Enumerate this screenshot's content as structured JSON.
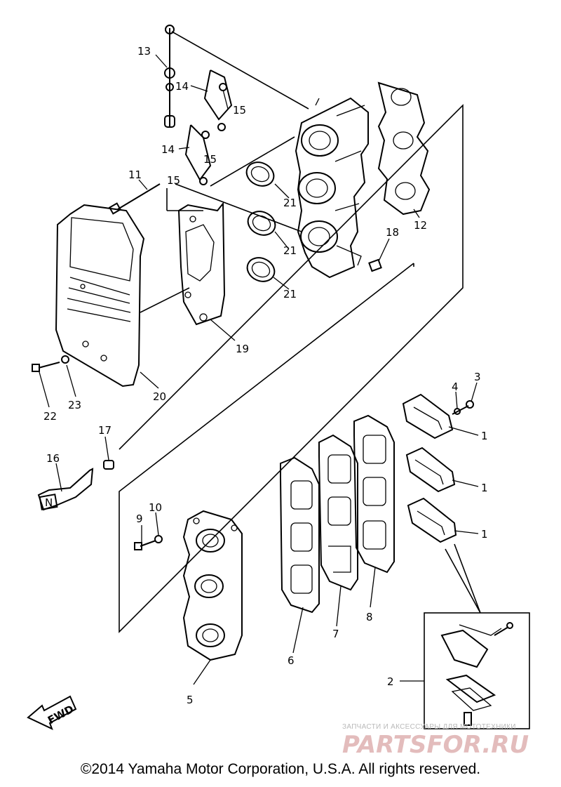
{
  "callouts": {
    "c1a": "1",
    "c1b": "1",
    "c1c": "1",
    "c2": "2",
    "c3": "3",
    "c4": "4",
    "c5": "5",
    "c6": "6",
    "c7": "7",
    "c8": "8",
    "c9": "9",
    "c10": "10",
    "c11": "11",
    "c12": "12",
    "c13": "13",
    "c14a": "14",
    "c14b": "14",
    "c15a": "15",
    "c15b": "15",
    "c15c": "15",
    "c16": "16",
    "c17": "17",
    "c18": "18",
    "c19": "19",
    "c20": "20",
    "c21a": "21",
    "c21b": "21",
    "c21c": "21",
    "c22": "22",
    "c23": "23"
  },
  "fwd_label": "FWD",
  "neutral_label": "N",
  "watermark": {
    "text": "ЗАПЧАСТИ И АКСЕССУАРЫ ДЛЯ МОТОТЕХНИКИ",
    "logo": "PARTSFOR.RU",
    "logo_color": "#e3bcbc"
  },
  "copyright": "©2014 Yamaha Motor Corporation, U.S.A. All rights reserved."
}
